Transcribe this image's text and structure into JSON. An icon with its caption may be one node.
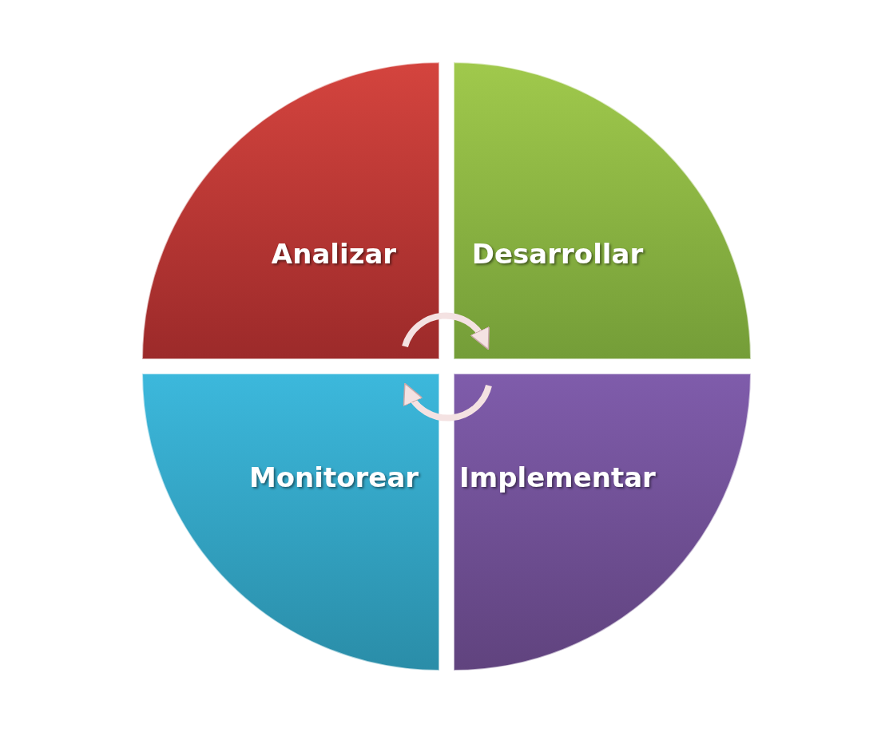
{
  "diagram": {
    "nodes": [
      {
        "text": [
          "Analizar"
        ]
      },
      {
        "text": [
          "Desarrollar"
        ]
      },
      {
        "text": [
          "Monitorear"
        ]
      },
      {
        "text": [
          "Implementar"
        ]
      }
    ],
    "edges": [
      {
        "from": 0,
        "to": 1,
        "arrow": "to"
      },
      {
        "from": 3,
        "to": 2,
        "arrow": "to"
      }
    ]
  }
}
